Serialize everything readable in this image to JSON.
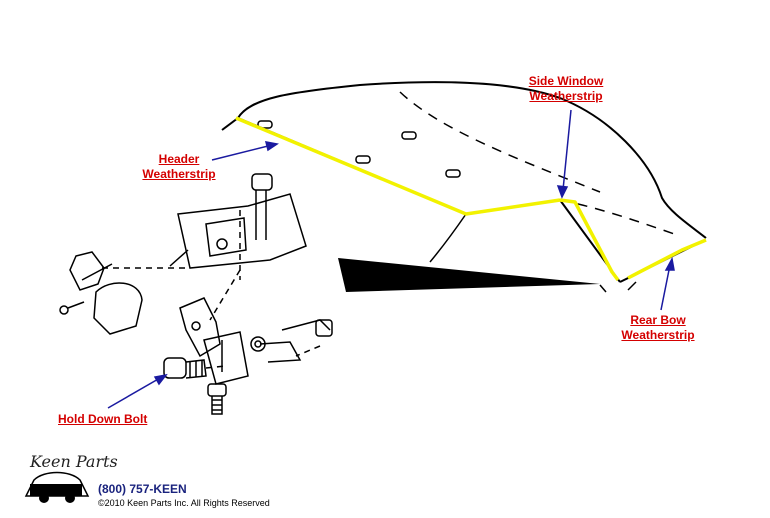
{
  "callouts": {
    "header": [
      "Header",
      "Weatherstrip"
    ],
    "side_window": [
      "Side Window",
      "Weatherstrip"
    ],
    "rear_bow": [
      "Rear Bow",
      "Weatherstrip"
    ],
    "hold_down_bolt": "Hold Down Bolt"
  },
  "footer": {
    "brand": "Keen Parts",
    "phone": "(800) 757-KEEN",
    "copyright": "©2010 Keen Parts Inc. All Rights Reserved"
  },
  "colors": {
    "callout_text": "#d40000",
    "arrow": "#1a1aa0",
    "highlight": "#f2f200",
    "line": "#000000"
  },
  "icons": [
    "arrow-icon",
    "keen-parts-logo-icon"
  ]
}
